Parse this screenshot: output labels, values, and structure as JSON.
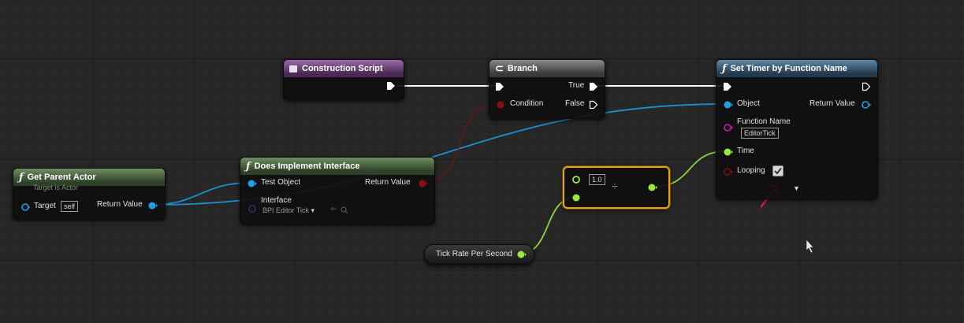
{
  "nodes": {
    "get_parent_actor": {
      "icon": "function-icon",
      "title": "Get Parent Actor",
      "subtitle": "Target is Actor",
      "target_label": "Target",
      "target_value": "self",
      "return_label": "Return Value"
    },
    "does_implement_interface": {
      "icon": "function-icon",
      "title": "Does Implement Interface",
      "test_object_label": "Test Object",
      "return_label": "Return Value",
      "interface_label": "Interface",
      "interface_value": "BPI Editor Tick"
    },
    "construction_script": {
      "icon": "construction-script-icon",
      "title": "Construction Script"
    },
    "branch": {
      "icon": "branch-icon",
      "title": "Branch",
      "true_label": "True",
      "condition_label": "Condition",
      "false_label": "False"
    },
    "set_timer": {
      "icon": "function-icon",
      "title": "Set Timer by Function Name",
      "object_label": "Object",
      "return_label": "Return Value",
      "function_name_label": "Function Name",
      "function_name_value": "EditorTick",
      "time_label": "Time",
      "looping_label": "Looping",
      "looping_checked": true
    },
    "divide": {
      "a_value": "1.0",
      "operator": "÷"
    },
    "tick_rate": {
      "label": "Tick Rate Per Second"
    }
  },
  "colors": {
    "exec": "#ffffff",
    "object": "#1fa0e0",
    "boolean": "#a01010",
    "float": "#9ae83c",
    "name": "#c01fa8",
    "interface": "#e8e06a",
    "annotation": "#e0203a",
    "selection": "#e8a317"
  },
  "icons": {
    "function": "ƒ",
    "dropdown": "▾",
    "arrow_left": "⇐",
    "checkbox_checked": "check-icon",
    "expand": "▼"
  }
}
